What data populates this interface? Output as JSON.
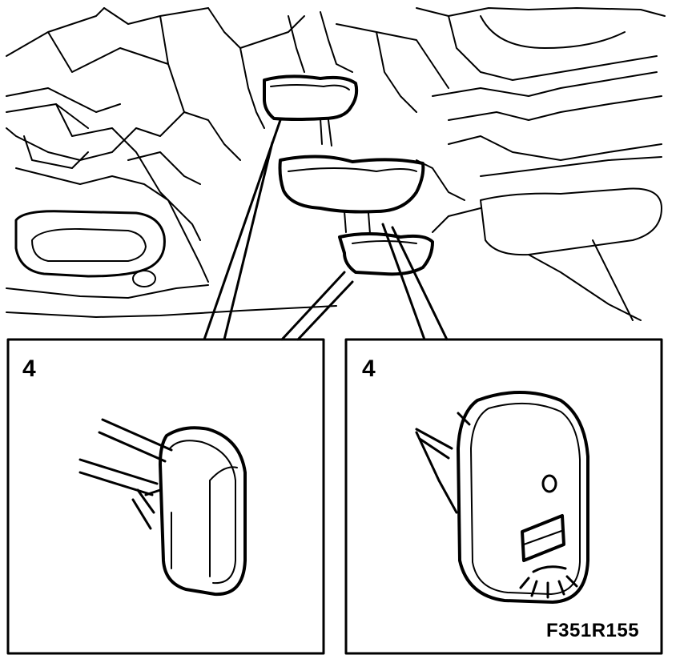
{
  "callouts": {
    "left": "4",
    "right": "4"
  },
  "figure_code": "F351R155",
  "colors": {
    "ink": "#000000",
    "background": "#ffffff"
  }
}
